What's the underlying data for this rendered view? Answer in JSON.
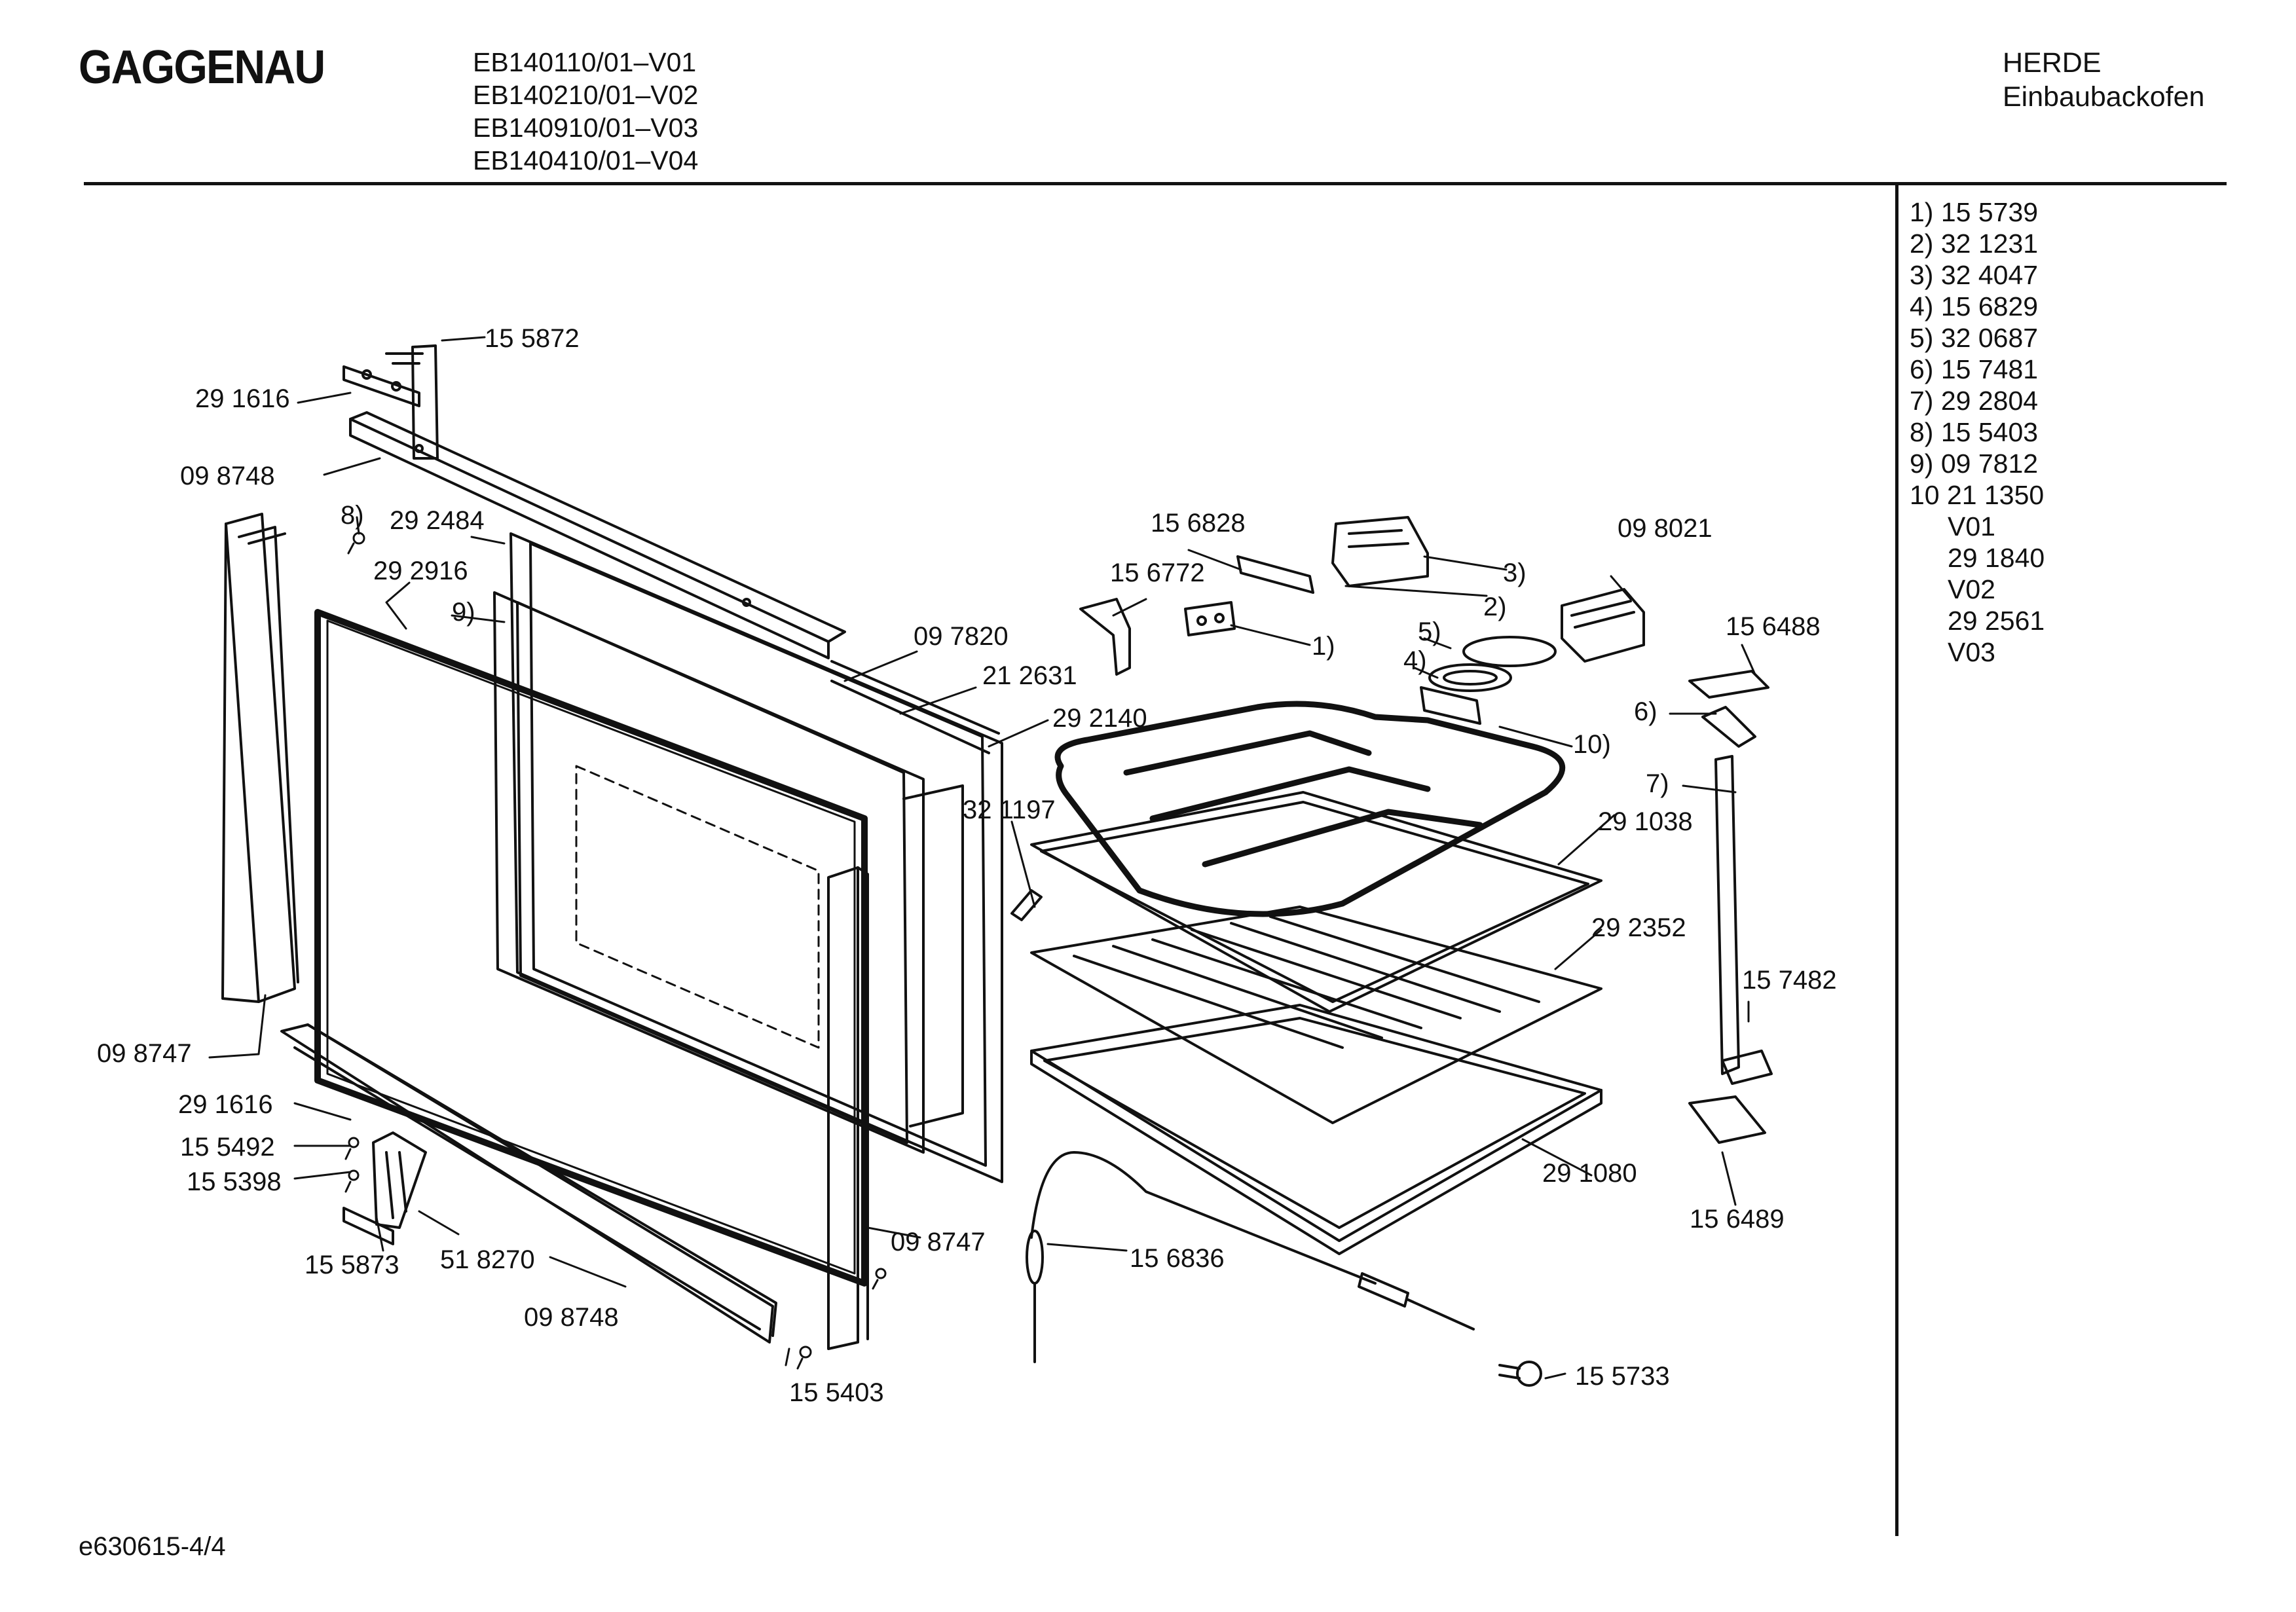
{
  "header": {
    "brand": "GAGGENAU",
    "models": [
      "EB140110/01–V01",
      "EB140210/01–V02",
      "EB140910/01–V03",
      "EB140410/01–V04"
    ],
    "category": "HERDE",
    "subcategory": "Einbaubackofen"
  },
  "legend": [
    "1) 15 5739",
    "2) 32 1231",
    "3) 32 4047",
    "4) 15 6829",
    "5) 32 0687",
    "6) 15 7481",
    "7) 29 2804",
    "8) 15 5403",
    "9) 09 7812",
    "10 21 1350",
    "V01",
    "29 1840",
    "V02",
    "29 2561",
    "V03"
  ],
  "labels": {
    "l1": "15 5872",
    "l2": "29 1616",
    "l3": "09 8748",
    "l4": "8)",
    "l5": "29 2484",
    "l6": "29 2916",
    "l7": "9)",
    "l8": "09 7820",
    "l9": "21 2631",
    "l10": "29 2140",
    "l11": "32 1197",
    "l12": "09 8747",
    "l13": "29 1616",
    "l14": "15 5492",
    "l15": "15 5398",
    "l16": "15 5873",
    "l17": "51 8270",
    "l18": "09 8748",
    "l19": "15 5403",
    "l20": "09 8747",
    "l21": "15 6836",
    "l22": "15 6828",
    "l23": "15 6772",
    "l24": "3)",
    "l25": "2)",
    "l26": "1)",
    "l27": "09 8021",
    "l28": "5)",
    "l29": "4)",
    "l30": "10)",
    "l31": "15 6488",
    "l32": "6)",
    "l33": "7)",
    "l34": "29 1038",
    "l35": "29 2352",
    "l36": "15 7482",
    "l37": "29 1080",
    "l38": "15 6489",
    "l39": "15 5733"
  },
  "footer": "e630615-4/4"
}
